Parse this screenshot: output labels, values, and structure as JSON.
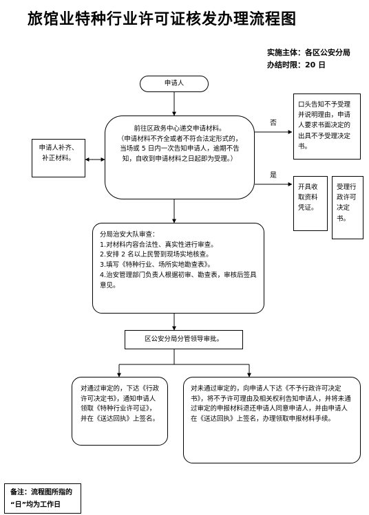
{
  "title": "旅馆业特种行业许可证核发办理流程图",
  "meta": {
    "implementer": "实施主体：各区公安分局",
    "deadline": "办结时限：20 日"
  },
  "applicant": "申请人",
  "submit": {
    "line1": "前往区政务中心递交申请材料。",
    "detail": "（申请材料不齐全或者不符合法定形式的，当场或 5 日内一次告知申请人，逾期不告知，自收到申请材料之日起即为受理。）"
  },
  "supplement": "申请人补齐、补正材料。",
  "edges": {
    "no": "否",
    "yes": "是"
  },
  "reject": "口头告知不予受理并说明理由，申请人要求书面决定的出具不予受理决定书。",
  "receipt": "开具收取资料凭证。",
  "accept_decision": "受理行政许可决定书。",
  "review": {
    "heading": "分局治安大队审查：",
    "items": [
      "1.对材料内容合法性、真实性进行审查。",
      "2.安排 2 名以上民警到现场实地核查。",
      "3.填写《特种行业、场所实地勘查表》。",
      "4.治安管理部门负责人根据初审、勘查表，审核后签具意见。"
    ]
  },
  "approval": "区公安分局分管领导审批。",
  "pass": "对通过审定的，下达《行政许可决定书》，通知申请人领取《特种行业许可证》，并在《送达回执》上签名。",
  "fail": "对未通过审定的，向申请人下达《不予行政许可决定书》，将不予许可理由及相关权利告知申请人，并将未通过审定的申报材料退还申请人同意申请人，并由申请人在《送达回执》上签名，办理领取申报材料手续。",
  "note": {
    "line1": "备注：流程图所指的",
    "line2": "“日”均为工作日"
  }
}
